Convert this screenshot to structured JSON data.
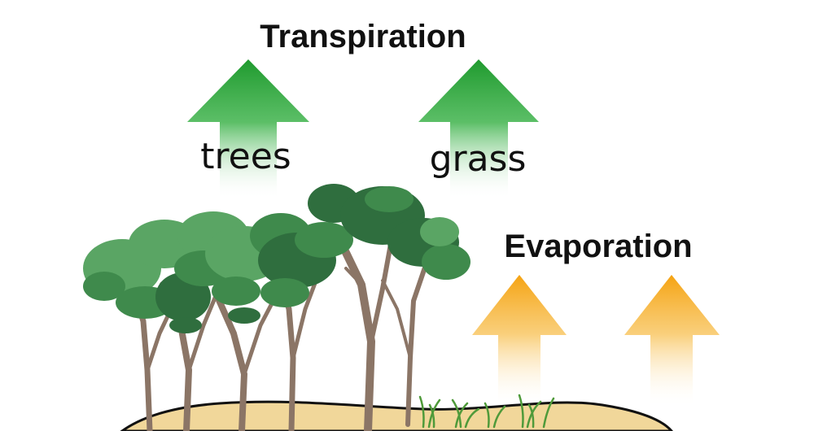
{
  "transpiration": {
    "title": "Transpiration",
    "trees_label": "trees",
    "grass_label": "grass"
  },
  "evaporation": {
    "title": "Evaporation"
  },
  "colors": {
    "transpiration_arrow": "#2aa53a",
    "evaporation_arrow": "#f5a81c",
    "ground": "#f1d79a",
    "ground_outline": "#111111",
    "trunk": "#8b7566",
    "leaf_dark": "#2f6e3e",
    "leaf_mid": "#3f8a4c",
    "leaf_light": "#5aa564",
    "grass": "#4f9a3a"
  }
}
